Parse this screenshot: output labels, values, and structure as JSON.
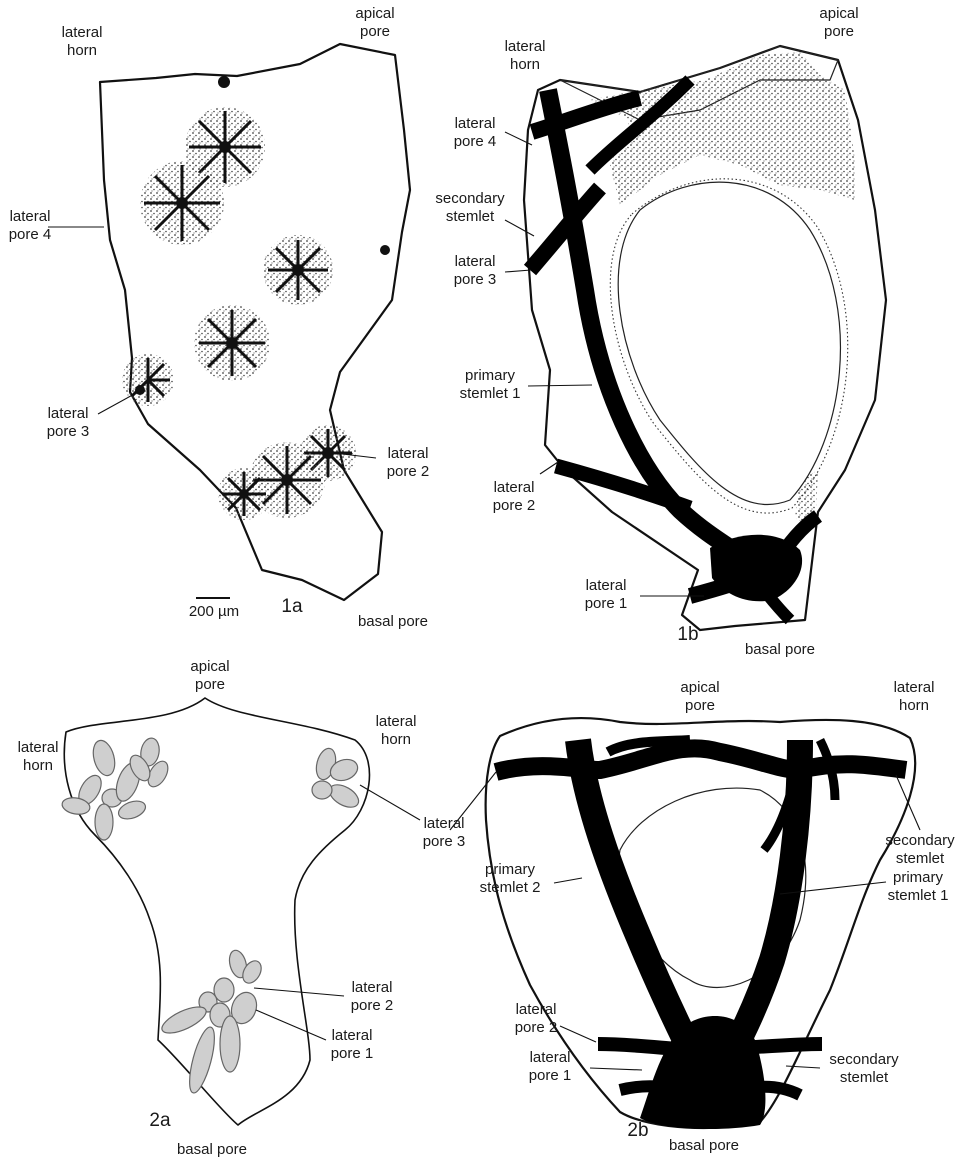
{
  "panels": {
    "p1a": {
      "id": "1a",
      "labels": [
        "apical",
        "pore",
        "lateral",
        "horn",
        "lateral",
        "pore 4",
        "lateral",
        "pore 3",
        "lateral",
        "pore 2",
        "basal pore"
      ],
      "scale": "200 µm"
    },
    "p1b": {
      "id": "1b",
      "labels": [
        "apical",
        "pore",
        "lateral",
        "horn",
        "lateral",
        "pore 4",
        "secondary",
        "stemlet",
        "lateral",
        "pore 3",
        "primary",
        "stemlet 1",
        "lateral",
        "pore 2",
        "lateral",
        "pore 1",
        "basal pore"
      ]
    },
    "p2a": {
      "id": "2a",
      "labels": [
        "apical",
        "pore",
        "lateral",
        "horn",
        "lateral",
        "horn",
        "lateral",
        "pore 3",
        "lateral",
        "pore 2",
        "lateral",
        "pore 1",
        "basal pore"
      ]
    },
    "p2b": {
      "id": "2b",
      "labels": [
        "apical",
        "pore",
        "lateral",
        "horn",
        "secondary",
        "stemlet",
        "primary",
        "stemlet 2",
        "primary",
        "stemlet 1",
        "lateral",
        "pore 2",
        "lateral",
        "pore 1",
        "secondary",
        "stemlet",
        "basal pore"
      ]
    }
  },
  "colors": {
    "ink": "#111111",
    "stipple": "#555555",
    "petal": "#cfcfcf"
  }
}
